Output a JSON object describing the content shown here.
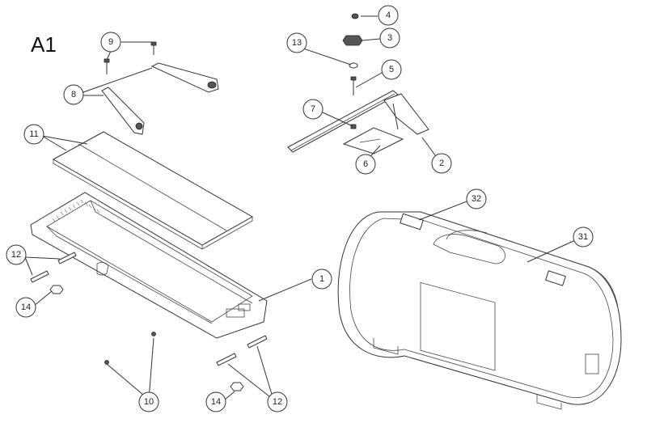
{
  "diagram": {
    "title": "A1",
    "callouts": [
      {
        "id": "c1",
        "label": "1"
      },
      {
        "id": "c2",
        "label": "2"
      },
      {
        "id": "c3",
        "label": "3"
      },
      {
        "id": "c4",
        "label": "4"
      },
      {
        "id": "c5",
        "label": "5"
      },
      {
        "id": "c6",
        "label": "6"
      },
      {
        "id": "c7",
        "label": "7"
      },
      {
        "id": "c8",
        "label": "8"
      },
      {
        "id": "c9",
        "label": "9"
      },
      {
        "id": "c10",
        "label": "10"
      },
      {
        "id": "c11",
        "label": "11"
      },
      {
        "id": "c12a",
        "label": "12"
      },
      {
        "id": "c12b",
        "label": "12"
      },
      {
        "id": "c13",
        "label": "13"
      },
      {
        "id": "c14a",
        "label": "14"
      },
      {
        "id": "c14b",
        "label": "14"
      },
      {
        "id": "c31",
        "label": "31"
      },
      {
        "id": "c32",
        "label": "32"
      }
    ]
  }
}
